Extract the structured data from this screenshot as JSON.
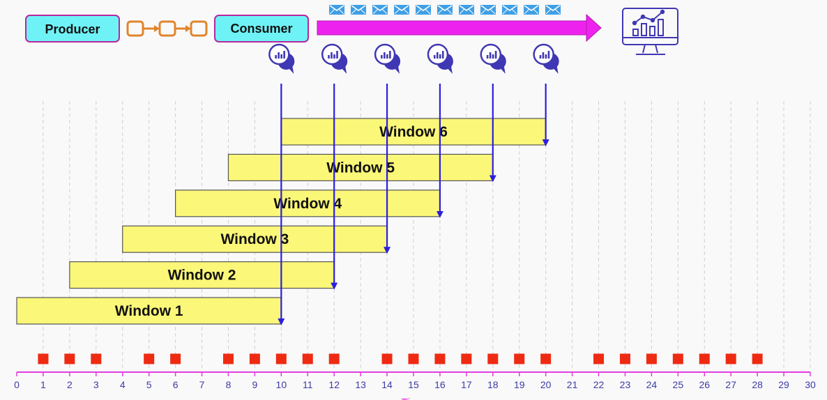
{
  "producer": {
    "label": "Producer"
  },
  "consumer": {
    "label": "Consumer"
  },
  "colors": {
    "box_fill": "#6ef2f6",
    "box_stroke": "#b8269d",
    "queue": "#e0852d",
    "flow_arrow": "#ee22ee",
    "envelope": "#3f9fe6",
    "window_fill": "#fbf778",
    "window_stroke": "#555555",
    "event": "#ee2b12",
    "trigger_arrow": "#2b1ee0",
    "axis": "#e23ce0",
    "tick_label": "#3d3aa6",
    "monitor": "#3f37b3",
    "grid": "#cfcfcf"
  },
  "icons": {
    "queue": "queue-icon",
    "envelope": "envelope-icon",
    "monitor": "monitor-chart-icon",
    "trigger": "chat-chart-icon"
  },
  "envelope_count": 11,
  "axis": {
    "min": 0,
    "max": 30,
    "label": "Time"
  },
  "windows": [
    {
      "label": "Window 1",
      "start": 0,
      "end": 10
    },
    {
      "label": "Window 2",
      "start": 2,
      "end": 12
    },
    {
      "label": "Window 3",
      "start": 4,
      "end": 14
    },
    {
      "label": "Window 4",
      "start": 6,
      "end": 16
    },
    {
      "label": "Window 5",
      "start": 8,
      "end": 18
    },
    {
      "label": "Window 6",
      "start": 10,
      "end": 20
    }
  ],
  "triggers": [
    10,
    12,
    14,
    16,
    18,
    20
  ],
  "events": [
    1,
    2,
    3,
    5,
    6,
    8,
    9,
    10,
    11,
    12,
    14,
    15,
    16,
    17,
    18,
    19,
    20,
    22,
    23,
    24,
    25,
    26,
    27,
    28
  ]
}
